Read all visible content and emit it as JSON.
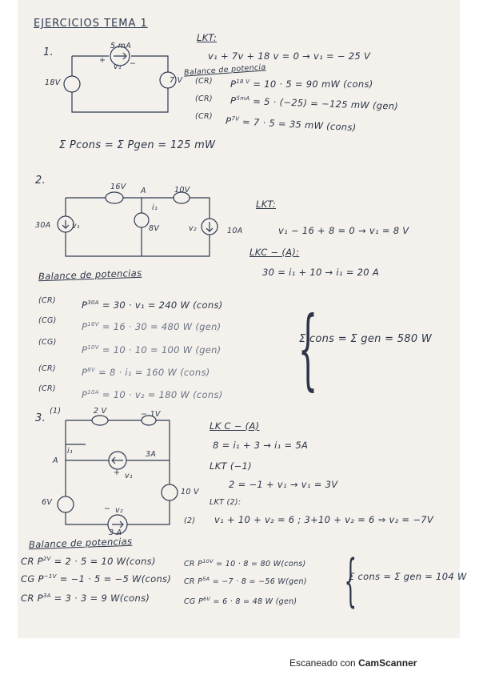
{
  "title": "EJERCICIOS TEMA 1",
  "ex1": {
    "num": "1.",
    "labels": {
      "src_top": "5 mA",
      "src_left": "18V",
      "src_right": "7 V",
      "v1": "v₁",
      "plus": "+",
      "minus": "−"
    },
    "lkt_head": "LKT:",
    "lkt_eq": "v₁ + 7v + 18 v = 0  →  v₁ = − 25 V",
    "balance_head": "Balance de potencia",
    "rows": [
      {
        "tag": "(CR)",
        "sym": "P",
        "sup": "18 V",
        "eq": "= 10 · 5 = 90 mW  (cons)"
      },
      {
        "tag": "(CR)",
        "sym": "P",
        "sup": "5mA",
        "eq": "= 5 · (−25) = −125 mW  (gen)"
      },
      {
        "tag": "(CR)",
        "sym": "P",
        "sup": "7V",
        "eq": "= 7 · 5 = 35 mW  (cons)"
      }
    ],
    "sum": "Σ Pcons = Σ Pgen = 125 mW"
  },
  "ex2": {
    "num": "2.",
    "labels": {
      "s16": "16V",
      "s10v": "10V",
      "nodeA": "A",
      "i1": "i₁",
      "s8": "8V",
      "s30A": "30A",
      "v1": "v₁",
      "v2": "v₂",
      "s10A": "10A"
    },
    "lkt_head": "LKT:",
    "lkt_eq": "v₁ − 16 + 8 = 0  →  v₁ = 8 V",
    "lkc_head": "LKC − (A):",
    "lkc_eq": "30 = i₁ + 10  →  i₁ = 20 A",
    "balance_head": "Balance de potencias",
    "rows": [
      {
        "tag": "(CR)",
        "sym": "P",
        "sup": "30A",
        "eq": "= 30 · v₁ = 240 W  (cons)"
      },
      {
        "tag": "(CG)",
        "sym": "P",
        "sup": "16V",
        "eq": "= 16 · 30 = 480 W  (gen)"
      },
      {
        "tag": "(CG)",
        "sym": "P",
        "sup": "10V",
        "eq": "= 10 · 10 = 100 W  (gen)"
      },
      {
        "tag": "(CR)",
        "sym": "P",
        "sup": "8V",
        "eq": "= 8 · i₁ = 160 W  (cons)"
      },
      {
        "tag": "(CR)",
        "sym": "P",
        "sup": "10A",
        "eq": "= 10 · v₂ = 180 W  (cons)"
      }
    ],
    "sum": "Σ cons = Σ gen = 580 W"
  },
  "ex3": {
    "num": "3.",
    "mark": "(1)",
    "labels": {
      "s2v": "2 V",
      "sm1v": "− 1V",
      "s3A": "3A",
      "nodeA": "A",
      "i1": "i₁",
      "v1": "v₁",
      "s10v": "10 V",
      "s6v": "6V",
      "v2": "v₂",
      "s3m": "3 A",
      "loop2": "(2)",
      "plus": "+",
      "minus": "−"
    },
    "lkc_head": "LK C − (A)",
    "lkc_eq": "8 = i₁ + 3  →  i₁ = 5A",
    "lkt1_head": "LKT (−1)",
    "lkt1_eq": "2 = −1 + v₁  →  v₁ = 3V",
    "lkt2_head": "LKT (2):",
    "lkt2_eq": "v₁ + 10 + v₂ = 6 ;  3+10 + v₂ = 6  ⇒  v₂ = −7V",
    "balance_head": "Balance de potencias",
    "left_rows": [
      {
        "tag": "CR",
        "sym": "P",
        "sup": "2V",
        "eq": "= 2 · 5 = 10 W(cons)"
      },
      {
        "tag": "CG",
        "sym": "P",
        "sup": "−1V",
        "eq": "= −1 · 5 = −5 W(cons)"
      },
      {
        "tag": "CR",
        "sym": "P",
        "sup": "3A",
        "eq": "= 3 · 3 = 9 W(cons)"
      }
    ],
    "right_rows": [
      {
        "tag": "CR",
        "sym": "P",
        "sup": "10V",
        "eq": "= 10 · 8 = 80 W(cons)"
      },
      {
        "tag": "CR",
        "sym": "P",
        "sup": "5A",
        "eq": "= −7 · 8 = −56 W(gen)"
      },
      {
        "tag": "CG",
        "sym": "P",
        "sup": "6V",
        "eq": "= 6 · 8 = 48 W (gen)"
      }
    ],
    "sum": "Σ cons = Σ gen = 104 W"
  },
  "footer": {
    "prefix": "Escaneado con ",
    "brand": "CamScanner"
  }
}
